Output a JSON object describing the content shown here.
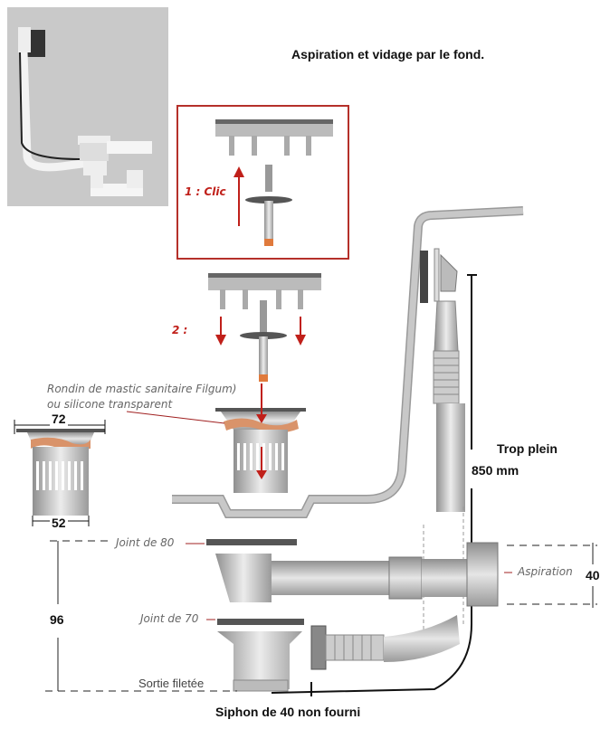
{
  "title": "Aspiration et vidage par le fond.",
  "photo": {
    "subject": "bath-waste-overflow-kit"
  },
  "steps": {
    "step1": "1 :  Clic",
    "step2": "2 :"
  },
  "notes": {
    "mastic_line1": "Rondin de mastic sanitaire Filgum)",
    "mastic_line2": "ou silicone transparent",
    "joint80": "Joint de 80",
    "joint70": "Joint de 70",
    "aspiration": "Aspiration",
    "sortie": "Sortie filetée"
  },
  "dimensions": {
    "top_width": "72",
    "bottom_width": "52",
    "height": "96",
    "pipe_diameter": "40",
    "overflow_height": "850 mm"
  },
  "labels": {
    "trop_plein": "Trop plein",
    "siphon": "Siphon de 40 non fourni"
  },
  "colors": {
    "accent_red": "#c0201a",
    "box_border": "#b5302a",
    "metal": "#a9a9a9",
    "mastic": "#d9936a"
  }
}
